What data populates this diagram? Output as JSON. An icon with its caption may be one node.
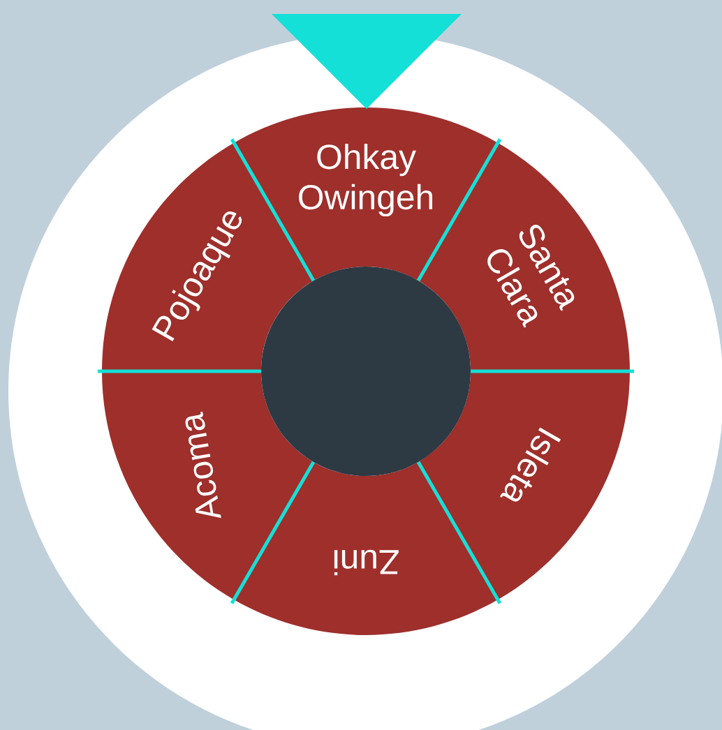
{
  "diagram": {
    "nodes": [
      {
        "text": [
          "Ohkay Owingeh"
        ]
      },
      {
        "text": [
          "Santa Clara"
        ]
      },
      {
        "text": [
          "Isleta"
        ]
      },
      {
        "text": [
          "Zuni"
        ]
      },
      {
        "text": [
          "Acoma"
        ]
      },
      {
        "text": [
          "Pojoaque"
        ]
      },
      {
        "text": [],
        "shape": "circle"
      },
      {
        "text": [],
        "shape": "triangle"
      }
    ]
  }
}
